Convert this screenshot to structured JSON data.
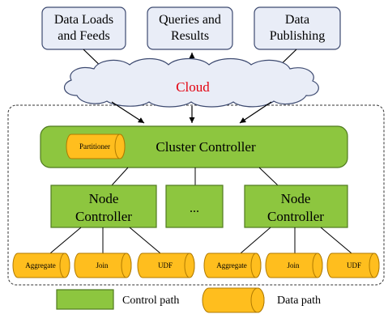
{
  "sources": {
    "data_loads": [
      "Data Loads",
      "and Feeds"
    ],
    "queries": [
      "Queries and",
      "Results"
    ],
    "publishing": [
      "Data",
      "Publishing"
    ]
  },
  "cloud": {
    "label": "Cloud"
  },
  "cluster_controller": {
    "label": "Cluster Controller",
    "partitioner": "Partitioner"
  },
  "node_controllers": {
    "left": [
      "Node",
      "Controller"
    ],
    "middle": "...",
    "right": [
      "Node",
      "Controller"
    ]
  },
  "operators": {
    "left": [
      "Aggregate",
      "Join",
      "UDF"
    ],
    "right": [
      "Aggregate",
      "Join",
      "UDF"
    ]
  },
  "legend": {
    "control_path": "Control path",
    "data_path": "Data path"
  },
  "colors": {
    "source_fill": "#e9edf7",
    "cloud_fill": "#e9edf7",
    "cloud_text": "#e3000f",
    "green": "#8dc63f",
    "green_stroke": "#4f7a1f",
    "orange": "#ffbe1e",
    "orange_stroke": "#b07a00"
  }
}
